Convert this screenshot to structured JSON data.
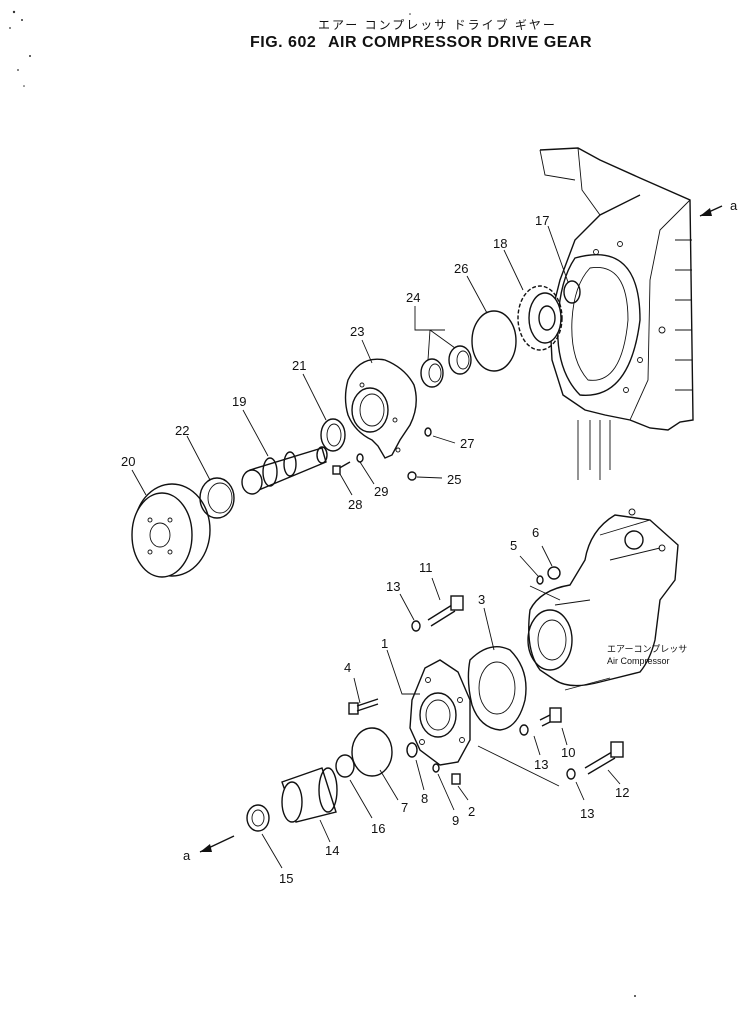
{
  "header": {
    "japanese_title": "エアー コンプレッサ ドライブ ギヤー",
    "fig_number": "FIG. 602",
    "title": "AIR COMPRESSOR DRIVE GEAR"
  },
  "callouts": {
    "c1": "1",
    "c2": "2",
    "c3": "3",
    "c4": "4",
    "c5": "5",
    "c6": "6",
    "c7": "7",
    "c8": "8",
    "c9": "9",
    "c10": "10",
    "c11": "11",
    "c12": "12",
    "c13a": "13",
    "c13b": "13",
    "c13c": "13",
    "c14": "14",
    "c15": "15",
    "c16": "16",
    "c17": "17",
    "c18": "18",
    "c19": "19",
    "c20": "20",
    "c21": "21",
    "c22": "22",
    "c23": "23",
    "c24": "24",
    "c25": "25",
    "c26": "26",
    "c27": "27",
    "c28": "28",
    "c29": "29"
  },
  "view_markers": {
    "top": "a",
    "bottom": "a"
  },
  "compressor_label": {
    "japanese": "エアーコンプレッサ",
    "english": "Air Compressor"
  }
}
